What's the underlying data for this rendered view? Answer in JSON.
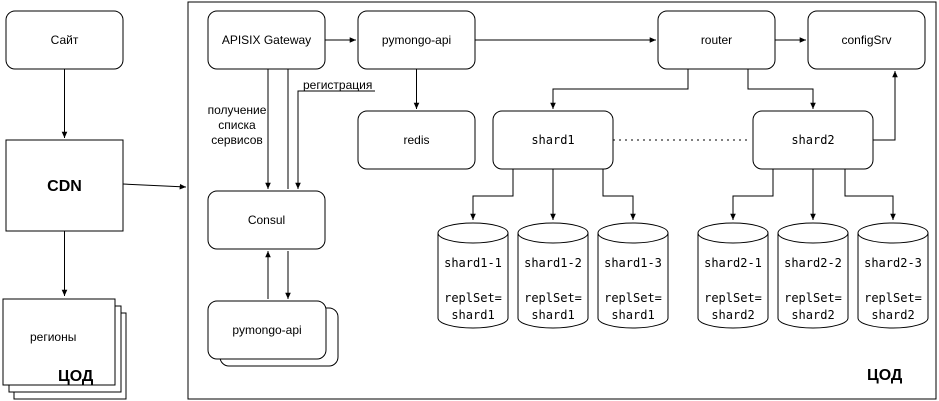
{
  "nodes": {
    "site": "Сайт",
    "cdn": "CDN",
    "regions": "регионы",
    "tsod_left": "ЦОД",
    "tsod_right": "ЦОД",
    "gateway": "APISIX Gateway",
    "pymongo_api_top": "pymongo-api",
    "router": "router",
    "configsrv": "configSrv",
    "redis": "redis",
    "shard1": "shard1",
    "shard2": "shard2",
    "consul": "Consul",
    "pymongo_api_bottom": "pymongo-api"
  },
  "edges": {
    "service_discovery": [
      "получение",
      "списка",
      "сервисов"
    ],
    "registration": "регистрация"
  },
  "replicas": [
    {
      "name": "shard1-1",
      "repl_label": "replSet=",
      "repl_value": "shard1"
    },
    {
      "name": "shard1-2",
      "repl_label": "replSet=",
      "repl_value": "shard1"
    },
    {
      "name": "shard1-3",
      "repl_label": "replSet=",
      "repl_value": "shard1"
    },
    {
      "name": "shard2-1",
      "repl_label": "replSet=",
      "repl_value": "shard2"
    },
    {
      "name": "shard2-2",
      "repl_label": "replSet=",
      "repl_value": "shard2"
    },
    {
      "name": "shard2-3",
      "repl_label": "replSet=",
      "repl_value": "shard2"
    }
  ]
}
